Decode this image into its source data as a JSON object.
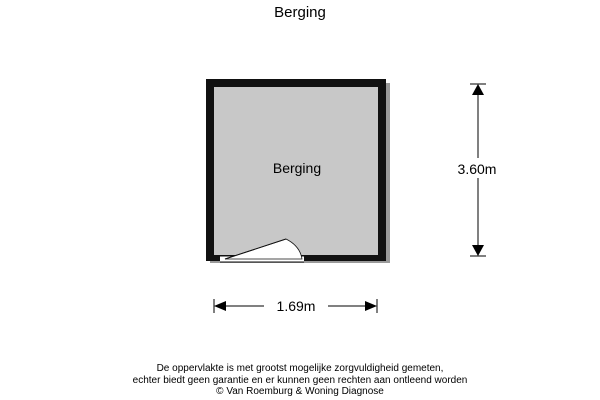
{
  "title": "Berging",
  "room": {
    "label": "Berging",
    "fill_color": "#c8c8c8",
    "wall_color": "#111111"
  },
  "dimensions": {
    "height_label": "3.60m",
    "width_label": "1.69m"
  },
  "disclaimer": {
    "line1": "De oppervlakte is met grootst mogelijke zorgvuldigheid gemeten,",
    "line2": "echter biedt geen garantie en er kunnen geen rechten aan ontleend worden",
    "line3": "© Van Roemburg & Woning Diagnose"
  }
}
